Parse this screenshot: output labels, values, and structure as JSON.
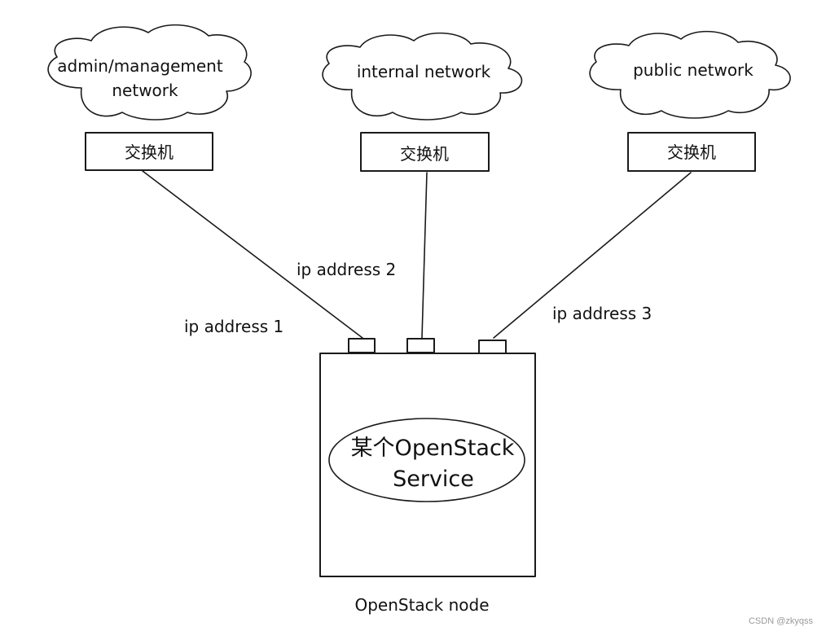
{
  "networks": [
    {
      "label_lines": [
        "admin/management",
        "network"
      ],
      "switch_label": "交换机",
      "ip_label": "ip address 1"
    },
    {
      "label_lines": [
        "internal network"
      ],
      "switch_label": "交换机",
      "ip_label": "ip address 2"
    },
    {
      "label_lines": [
        "public network"
      ],
      "switch_label": "交换机",
      "ip_label": "ip address 3"
    }
  ],
  "node": {
    "service_lines": [
      "某个OpenStack",
      "Service"
    ],
    "caption": "OpenStack node"
  },
  "watermark": "CSDN @zkyqss"
}
